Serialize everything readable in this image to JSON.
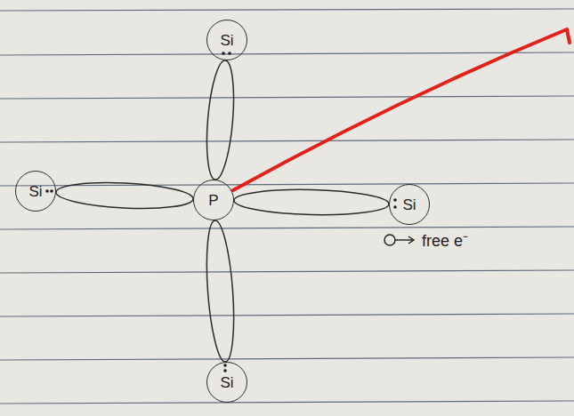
{
  "diagram": {
    "nodes": [
      {
        "text": [
          "P"
        ]
      },
      {
        "text": [
          "Si"
        ]
      },
      {
        "text": [
          "Si"
        ]
      },
      {
        "text": [
          "Si"
        ]
      },
      {
        "text": [
          "Si"
        ]
      }
    ],
    "edges": [
      {
        "from": 0,
        "to": 1,
        "arrow": "none"
      },
      {
        "from": 0,
        "to": 2,
        "arrow": "none"
      },
      {
        "from": 0,
        "to": 3,
        "arrow": "none"
      },
      {
        "from": 0,
        "to": 4,
        "arrow": "none"
      }
    ],
    "legend": [
      {
        "text": "free e⁻"
      }
    ]
  }
}
